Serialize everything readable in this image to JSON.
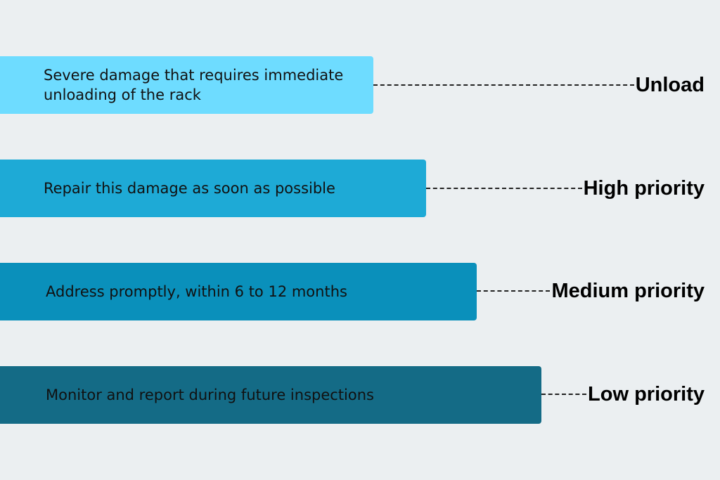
{
  "levels": [
    {
      "description": "Severe damage that requires immediate unloading of the rack",
      "label": "Unload",
      "color": "#6edcff"
    },
    {
      "description": "Repair this damage as soon as possible",
      "label": "High priority",
      "color": "#1eaad6"
    },
    {
      "description": "Address promptly, within 6 to 12 months",
      "label": "Medium priority",
      "color": "#0a90bb"
    },
    {
      "description": "Monitor and report during future inspections",
      "label": "Low priority",
      "color": "#146b86"
    }
  ]
}
